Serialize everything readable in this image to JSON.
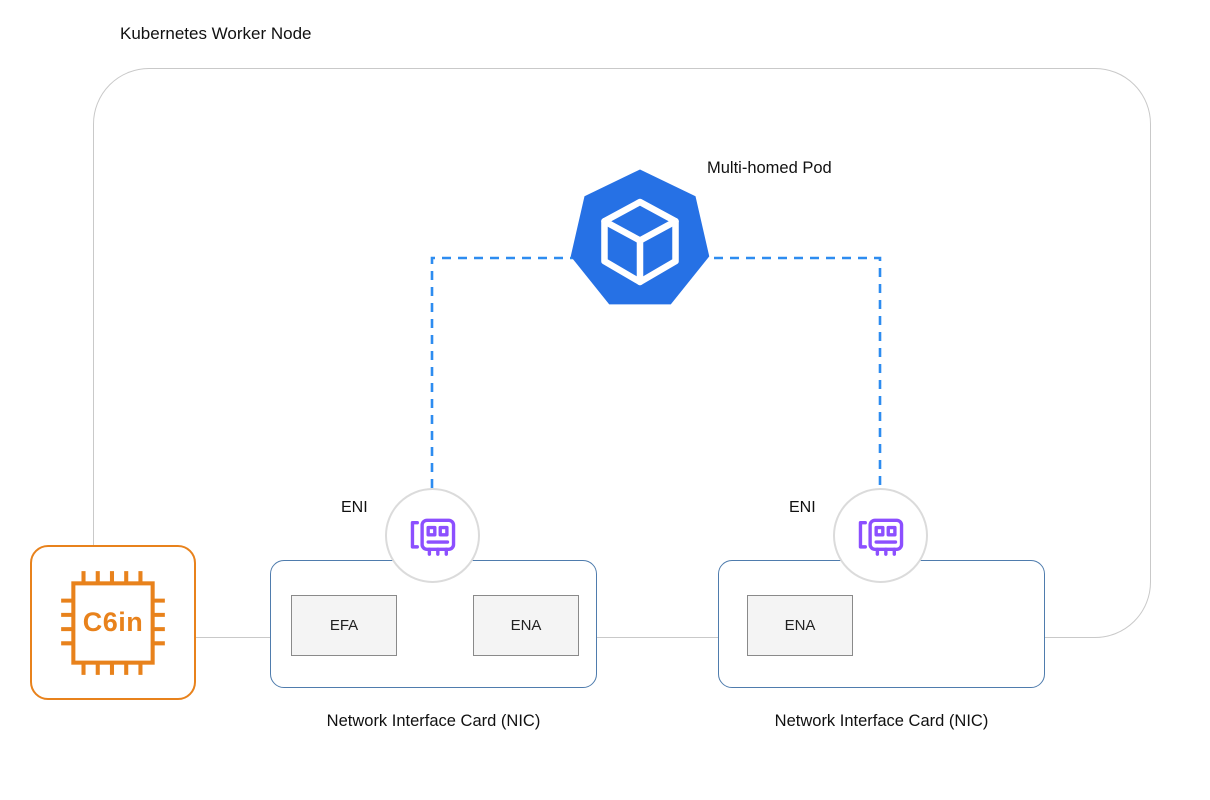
{
  "title": "Kubernetes Worker Node",
  "pod": {
    "label": "Multi-homed Pod",
    "icon": "kubernetes-pod-icon"
  },
  "eni_left": {
    "label": "ENI",
    "icon": "network-interface-icon"
  },
  "eni_right": {
    "label": "ENI",
    "icon": "network-interface-icon"
  },
  "nic_left": {
    "label": "Network Interface Card (NIC)",
    "chips": [
      "EFA",
      "ENA"
    ]
  },
  "nic_right": {
    "label": "Network Interface Card (NIC)",
    "chips": [
      "ENA"
    ]
  },
  "instance": {
    "label": "C6in",
    "icon": "cpu-chip-icon"
  },
  "colors": {
    "pod_blue": "#2671E5",
    "dashed_connector_blue": "#2D8CF0",
    "eni_purple": "#8C4FFF",
    "instance_orange": "#E8821C",
    "nic_border_blue": "#4F7CAD",
    "node_border_gray": "#C9C9C9",
    "chip_fill_gray": "#F4F4F4"
  }
}
